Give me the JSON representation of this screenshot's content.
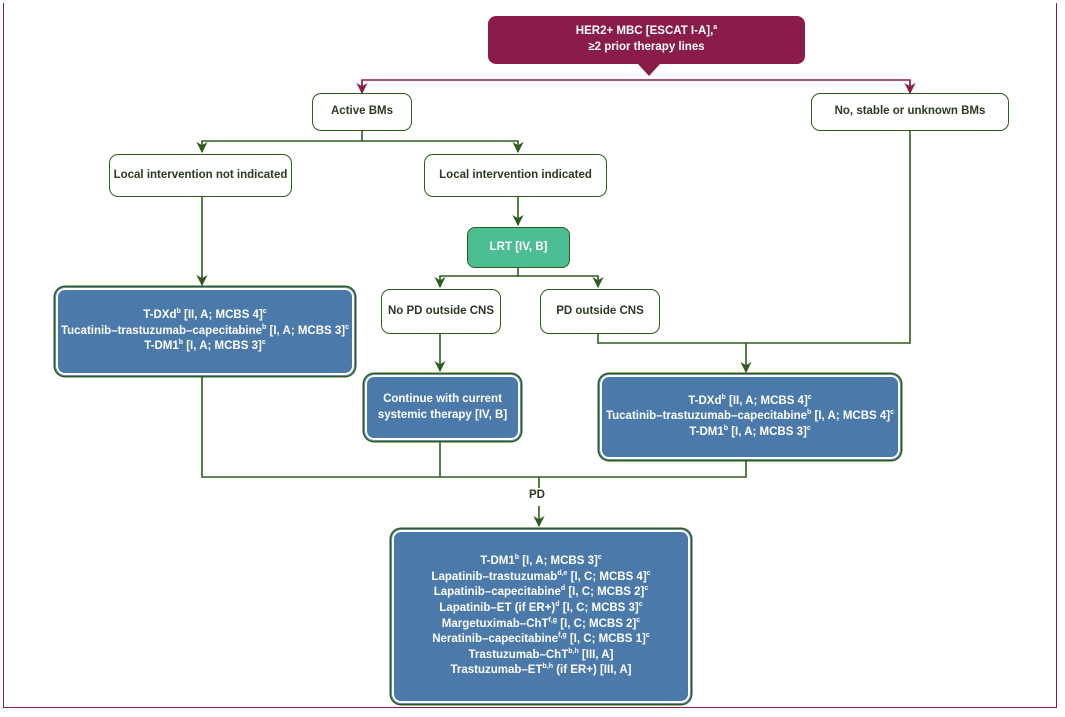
{
  "colors": {
    "maroon": "#8a1c4a",
    "green_line": "#2e5b1e",
    "blue_box": "#4a79aa",
    "teal_box": "#4dbe91"
  },
  "root": {
    "line1": "HER2+ MBC [ESCAT I-A],",
    "line1_sup": "a",
    "line2": "≥2 prior therapy lines"
  },
  "active_bms": "Active BMs",
  "no_stable_bms": "No, stable or unknown BMs",
  "local_not_indicated": "Local intervention not indicated",
  "local_indicated": "Local intervention indicated",
  "lrt": "LRT [IV, B]",
  "no_pd_outside": "No PD outside CNS",
  "pd_outside": "PD outside CNS",
  "continue_therapy": {
    "line1": "Continue with current",
    "line2": "systemic therapy [IV, B]"
  },
  "left_options": [
    {
      "pre": "T-DXd",
      "sup": "b",
      "post": " [II, A; MCBS 4]",
      "sup2": "c"
    },
    {
      "pre": "Tucatinib–trastuzumab–capecitabine",
      "sup": "b",
      "post": " [I, A; MCBS 3]",
      "sup2": "c"
    },
    {
      "pre": "T-DM1",
      "sup": "b",
      "post": " [I, A; MCBS 3]",
      "sup2": "c"
    }
  ],
  "right_options": [
    {
      "pre": "T-DXd",
      "sup": "b",
      "post": " [II, A; MCBS 4]",
      "sup2": "c"
    },
    {
      "pre": "Tucatinib–trastuzumab–capecitabine",
      "sup": "b",
      "post": " [I, A; MCBS 4]",
      "sup2": "c"
    },
    {
      "pre": "T-DM1",
      "sup": "b",
      "post": " [I, A; MCBS 3]",
      "sup2": "c"
    }
  ],
  "pd_label": "PD",
  "final_options": [
    {
      "pre": "T-DM1",
      "sup": "b",
      "post": " [I, A; MCBS 3]",
      "sup2": "c"
    },
    {
      "pre": "Lapatinib–trastuzumab",
      "sup": "d,e",
      "post": " [I, C; MCBS 4]",
      "sup2": "c"
    },
    {
      "pre": "Lapatinib–capecitabine",
      "sup": "d",
      "post": " [I, C; MCBS 2]",
      "sup2": "c"
    },
    {
      "pre": "Lapatinib–ET (if ER+)",
      "sup": "d",
      "post": " [I, C; MCBS 3]",
      "sup2": "c"
    },
    {
      "pre": "Margetuximab–ChT",
      "sup": "f,g",
      "post": " [I, C; MCBS 2]",
      "sup2": "c"
    },
    {
      "pre": "Neratinib–capecitabine",
      "sup": "f,g",
      "post": " [I, C; MCBS 1]",
      "sup2": "c"
    },
    {
      "pre": "Trastuzumab–ChT",
      "sup": "b,h",
      "post": " [III, A]",
      "sup2": ""
    },
    {
      "pre": "Trastuzumab–ET",
      "sup": "b,h",
      "post": " (if ER+) [III, A]",
      "sup2": ""
    }
  ]
}
